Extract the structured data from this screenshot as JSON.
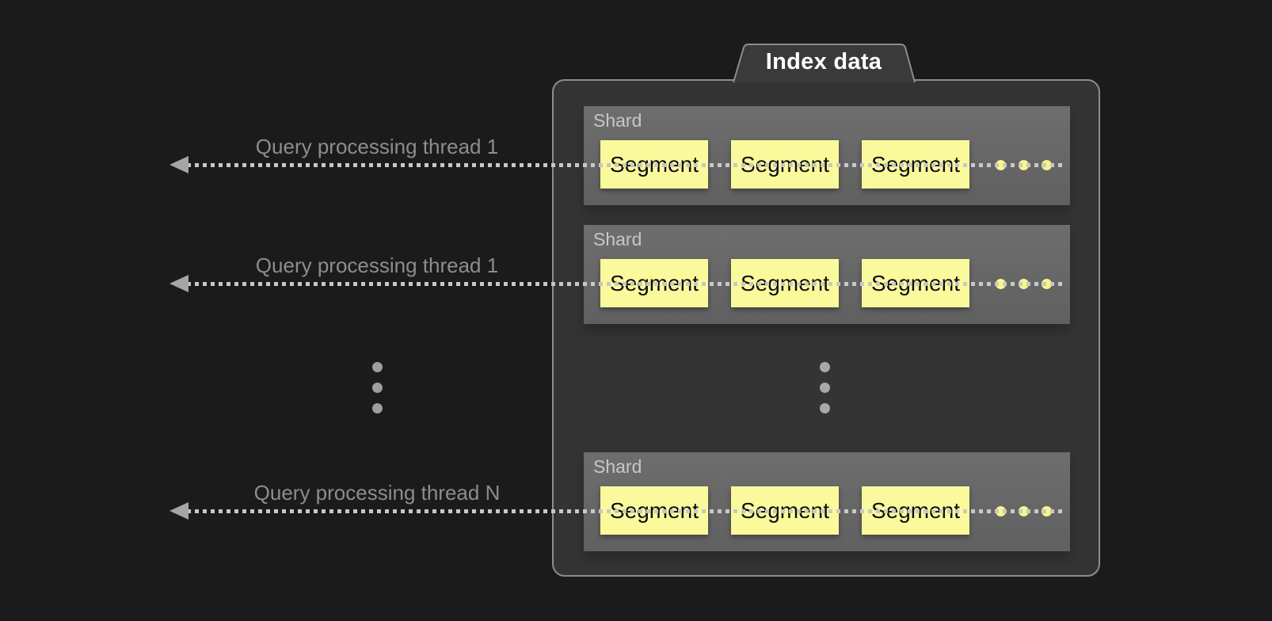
{
  "title_tab": {
    "label": "Index data"
  },
  "rows": [
    {
      "thread_label": "Query processing thread 1",
      "shard": {
        "label": "Shard",
        "segments": [
          "Segment",
          "Segment",
          "Segment"
        ]
      }
    },
    {
      "thread_label": "Query processing thread 1",
      "shard": {
        "label": "Shard",
        "segments": [
          "Segment",
          "Segment",
          "Segment"
        ]
      }
    },
    {
      "thread_label": "Query processing thread N",
      "shard": {
        "label": "Shard",
        "segments": [
          "Segment",
          "Segment",
          "Segment"
        ]
      }
    }
  ],
  "colors": {
    "background": "#1b1b1b",
    "container_fill": "#343434",
    "container_border": "#8d8d8d",
    "shard_fill": "#696969",
    "shard_label_text": "#c7c7c7",
    "segment_fill": "#fafa9d",
    "segment_text": "#0d0d0d",
    "thread_label_text": "#8d8d8d",
    "dotted_line": "#c8c8c8",
    "arrowhead": "#a5a5a5",
    "ellipsis_gray": "#9e9e9e",
    "ellipsis_yellow": "#f7f78a",
    "tab_text": "#ffffff"
  }
}
